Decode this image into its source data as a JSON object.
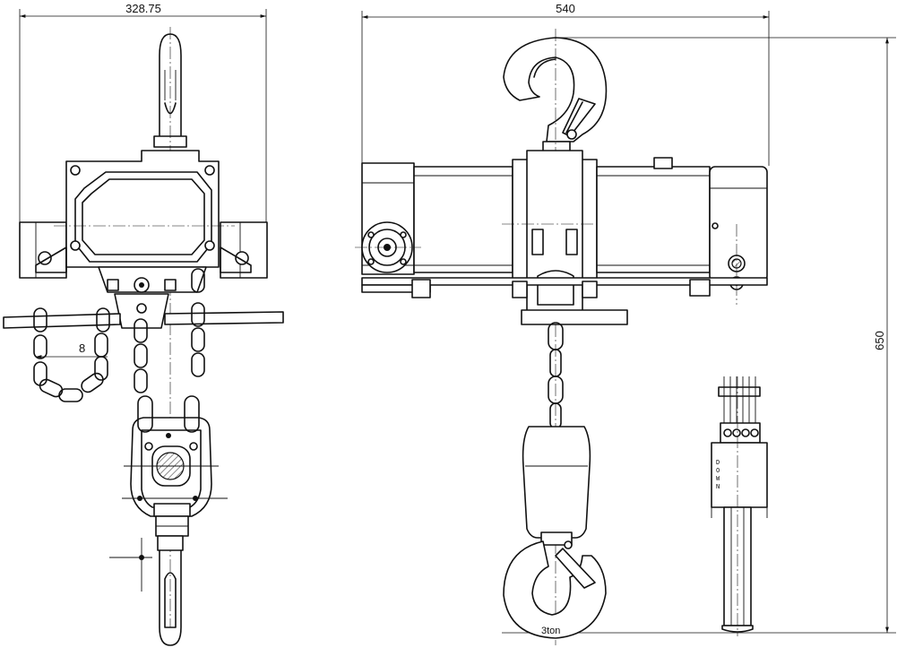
{
  "drawing": {
    "dim_width_side_view": "328.75",
    "dim_width_front_view": "540",
    "dim_height_front_view": "650",
    "dim_chain_offset": "8",
    "capacity_label": "3ton",
    "pendant_label": [
      "D",
      "O",
      "W",
      "N"
    ]
  }
}
